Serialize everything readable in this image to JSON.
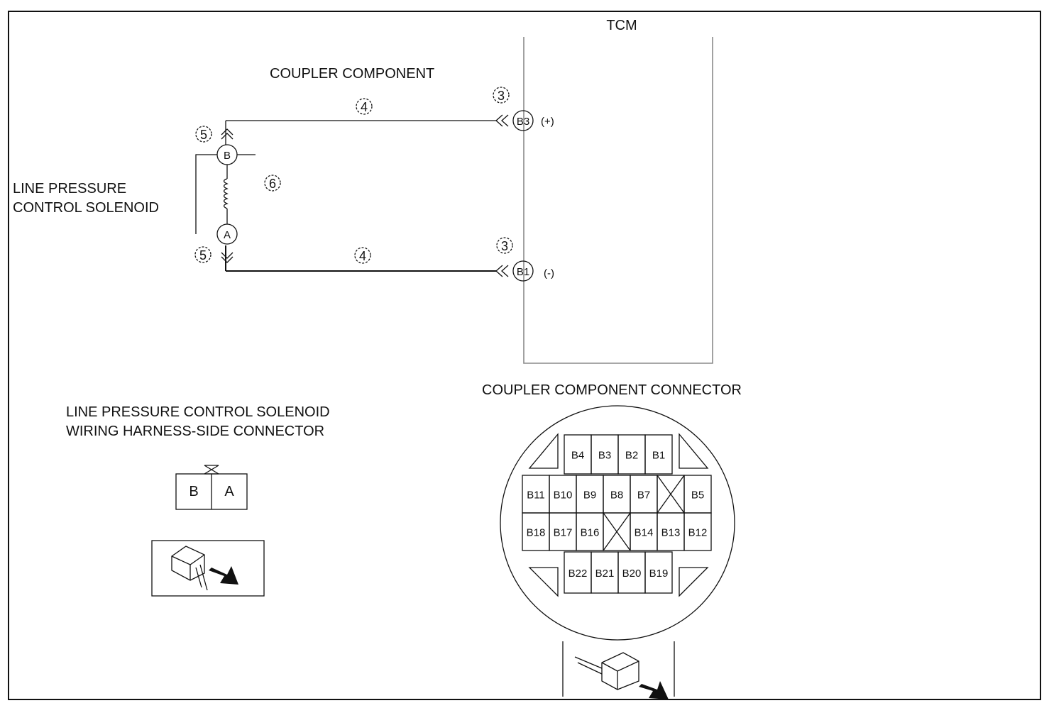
{
  "tcm_label": "TCM",
  "coupler_component_label": "COUPLER COMPONENT",
  "solenoid_label": [
    "LINE PRESSURE",
    "CONTROL SOLENOID"
  ],
  "terminals": {
    "b3": "B3",
    "b1": "B1",
    "b": "B",
    "a": "A",
    "b3_polarity": "(+)",
    "b1_polarity": "(-)"
  },
  "callouts": {
    "connector_tcm_top": "3",
    "connector_tcm_bottom": "3",
    "harness_top": "4",
    "harness_bottom": "4",
    "solenoid_conn_top": "5",
    "solenoid_conn_bottom": "5",
    "solenoid": "6"
  },
  "solenoid_connector_title": [
    "LINE PRESSURE CONTROL SOLENOID",
    "WIRING HARNESS-SIDE CONNECTOR"
  ],
  "solenoid_connector_pins": [
    "B",
    "A"
  ],
  "coupler_connector_title": "COUPLER COMPONENT CONNECTOR",
  "coupler_connector_pins": {
    "row1": [
      "B4",
      "B3",
      "B2",
      "B1"
    ],
    "row2": [
      "B11",
      "B10",
      "B9",
      "B8",
      "B7",
      "",
      "B5"
    ],
    "row3": [
      "B18",
      "B17",
      "B16",
      "",
      "B14",
      "B13",
      "B12"
    ],
    "row4": [
      "B22",
      "B21",
      "B20",
      "B19"
    ]
  }
}
